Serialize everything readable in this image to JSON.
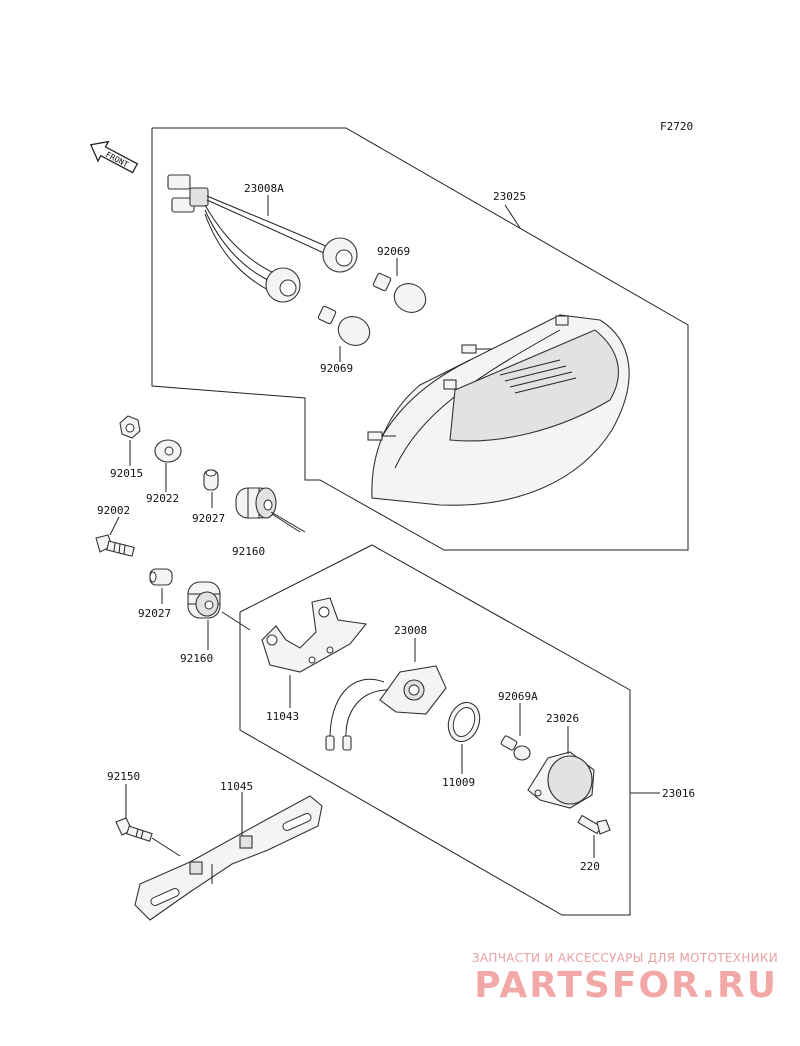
{
  "figure_code": "F2720",
  "front_label": "FRONT",
  "parts": {
    "harness": "23008A",
    "tail_lamp": "23025",
    "bulb_upper": "92069",
    "bulb_lower": "92069",
    "nut": "92015",
    "washer": "92022",
    "collar_upper": "92027",
    "bolt": "92002",
    "grommet_upper": "92160",
    "collar_lower": "92027",
    "grommet_lower": "92160",
    "socket_assy": "23008",
    "bracket": "11043",
    "bulb_license": "92069A",
    "lens": "23026",
    "gasket": "11009",
    "license_lamp": "23016",
    "screw": "220",
    "bolt_plate": "92150",
    "plate_bracket": "11045"
  },
  "watermark": {
    "caption": "ЗАПЧАСТИ И АКСЕССУАРЫ ДЛЯ МОТОТЕХНИКИ",
    "brand": "PARTSFOR.RU"
  }
}
